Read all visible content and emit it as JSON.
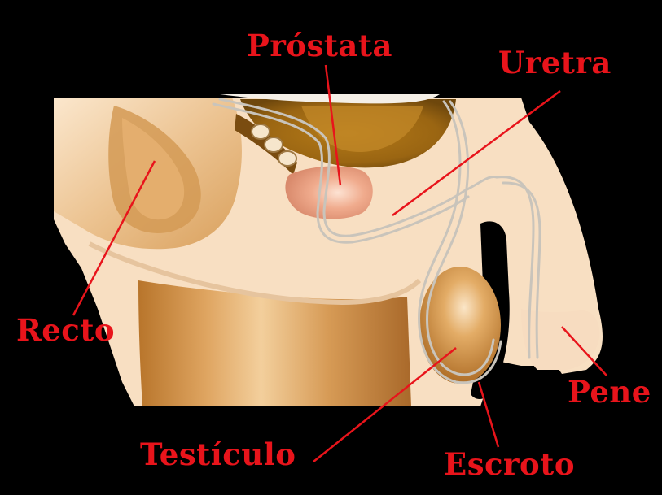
{
  "colors": {
    "background": "#000000",
    "label": "#e8141b",
    "leader_line": "#e8141b",
    "skin": "#f8dfc2",
    "tissue_dark": "#c98a3d",
    "tissue_mid": "#e2b271",
    "prostate": "#eea98b",
    "duct": "#c9c4bb"
  },
  "labels": {
    "prostata": "Próstata",
    "uretra": "Uretra",
    "recto": "Recto",
    "testiculo": "Testículo",
    "escroto": "Escroto",
    "pene": "Pene"
  }
}
